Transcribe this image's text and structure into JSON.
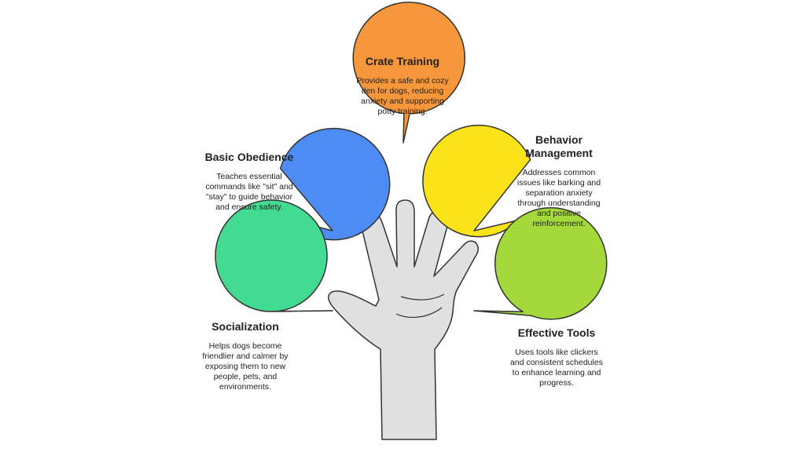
{
  "diagram": {
    "hand_color": "#e0e0e0",
    "outline_color": "#333333",
    "items": [
      {
        "key": "crate",
        "title": "Crate Training",
        "description": "Provides a safe and cozy den for dogs, reducing anxiety and supporting potty training.",
        "color": "#f5973a"
      },
      {
        "key": "basic",
        "title": "Basic Obedience",
        "description": "Teaches essential commands like \"sit\" and \"stay\" to guide behavior and ensure safety.",
        "color": "#4d8cf5"
      },
      {
        "key": "behavior",
        "title": "Behavior Management",
        "description": "Addresses common issues like barking and separation anxiety through understanding and positive reinforcement.",
        "color": "#fbe31a"
      },
      {
        "key": "social",
        "title": "Socialization",
        "description": "Helps dogs become friendlier and calmer by exposing them to new people, pets, and environments.",
        "color": "#43db91"
      },
      {
        "key": "tools",
        "title": "Effective Tools",
        "description": "Uses tools like clickers and consistent schedules to enhance learning and progress.",
        "color": "#a4d93b"
      }
    ]
  }
}
